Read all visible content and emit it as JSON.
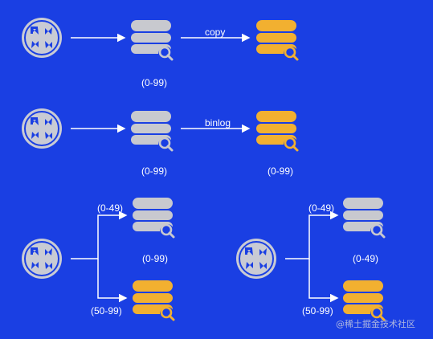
{
  "colors": {
    "background": "#1a3fe3",
    "router_fill": "#c9cbd4",
    "db_gray": "#c8c9cf",
    "db_orange": "#f2b030",
    "line": "#ffffff"
  },
  "icons": {
    "router": "router-icon",
    "database": "database-search-icon"
  },
  "diagram": {
    "row1": {
      "edge_label": "copy",
      "source_range": "(0-99)"
    },
    "row2": {
      "edge_label": "binlog",
      "source_range": "(0-99)",
      "target_range": "(0-99)"
    },
    "row3_left": {
      "upper_edge_range": "(0-49)",
      "upper_db_range": "(0-99)",
      "lower_edge_range": "(50-99)"
    },
    "row3_right": {
      "upper_edge_range": "(0-49)",
      "upper_db_range": "(0-49)",
      "lower_edge_range": "(50-99)"
    }
  },
  "watermark": "@稀土掘金技术社区"
}
